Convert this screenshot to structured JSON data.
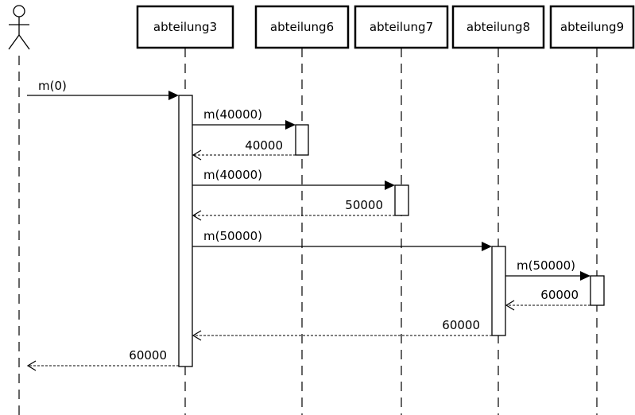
{
  "participants": [
    {
      "id": "abteilung3",
      "label": "abteilung3"
    },
    {
      "id": "abteilung6",
      "label": "abteilung6"
    },
    {
      "id": "abteilung7",
      "label": "abteilung7"
    },
    {
      "id": "abteilung8",
      "label": "abteilung8"
    },
    {
      "id": "abteilung9",
      "label": "abteilung9"
    }
  ],
  "messages": [
    {
      "kind": "call",
      "from": "actor",
      "to": "abteilung3",
      "label": "m(0)"
    },
    {
      "kind": "call",
      "from": "abteilung3",
      "to": "abteilung6",
      "label": "m(40000)"
    },
    {
      "kind": "return",
      "from": "abteilung6",
      "to": "abteilung3",
      "label": "40000"
    },
    {
      "kind": "call",
      "from": "abteilung3",
      "to": "abteilung7",
      "label": "m(40000)"
    },
    {
      "kind": "return",
      "from": "abteilung7",
      "to": "abteilung3",
      "label": "50000"
    },
    {
      "kind": "call",
      "from": "abteilung3",
      "to": "abteilung8",
      "label": "m(50000)"
    },
    {
      "kind": "call",
      "from": "abteilung8",
      "to": "abteilung9",
      "label": "m(50000)"
    },
    {
      "kind": "return",
      "from": "abteilung9",
      "to": "abteilung8",
      "label": "60000"
    },
    {
      "kind": "return",
      "from": "abteilung8",
      "to": "abteilung3",
      "label": "60000"
    },
    {
      "kind": "return",
      "from": "abteilung3",
      "to": "actor",
      "label": "60000"
    }
  ]
}
